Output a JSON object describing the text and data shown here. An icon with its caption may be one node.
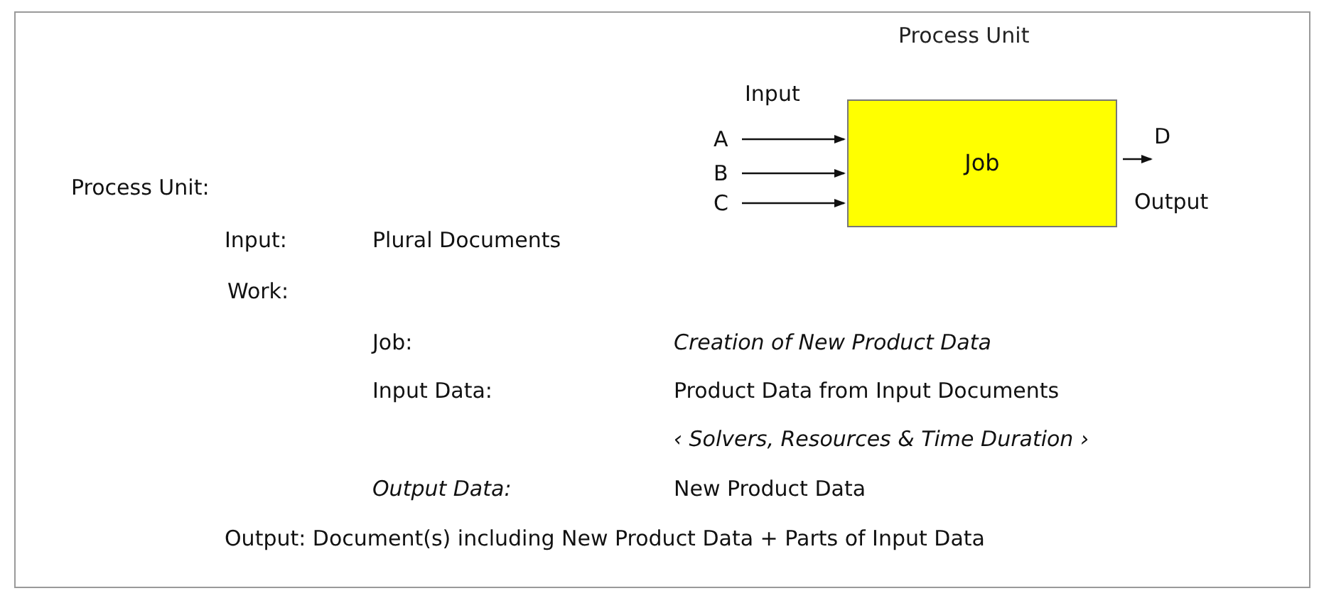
{
  "diagram": {
    "nodes": [
      {
        "text": [
          "Process Unit",
          "Job"
        ]
      },
      {
        "text": [
          "A"
        ]
      },
      {
        "text": [
          "B"
        ]
      },
      {
        "text": [
          "C"
        ]
      },
      {
        "text": [
          "D"
        ]
      }
    ],
    "edges": [
      {
        "from": 1,
        "to": 0,
        "arrow": "to"
      },
      {
        "from": 2,
        "to": 0,
        "arrow": "to"
      },
      {
        "from": 3,
        "to": 0,
        "arrow": "to"
      },
      {
        "from": 0,
        "to": 4,
        "arrow": "to"
      }
    ],
    "labels": [
      "Input",
      "Output",
      "Process Unit:",
      "Input:",
      "Plural Documents",
      "Work:",
      "Job:",
      "Creation of New Product Data",
      "Input Data:",
      "Product Data from Input Documents",
      "‹ Solvers, Resources & Time Duration ›",
      "Output Data:",
      "New Product Data",
      "Output: Document(s) including New Product Data + Parts of Input Data"
    ]
  }
}
